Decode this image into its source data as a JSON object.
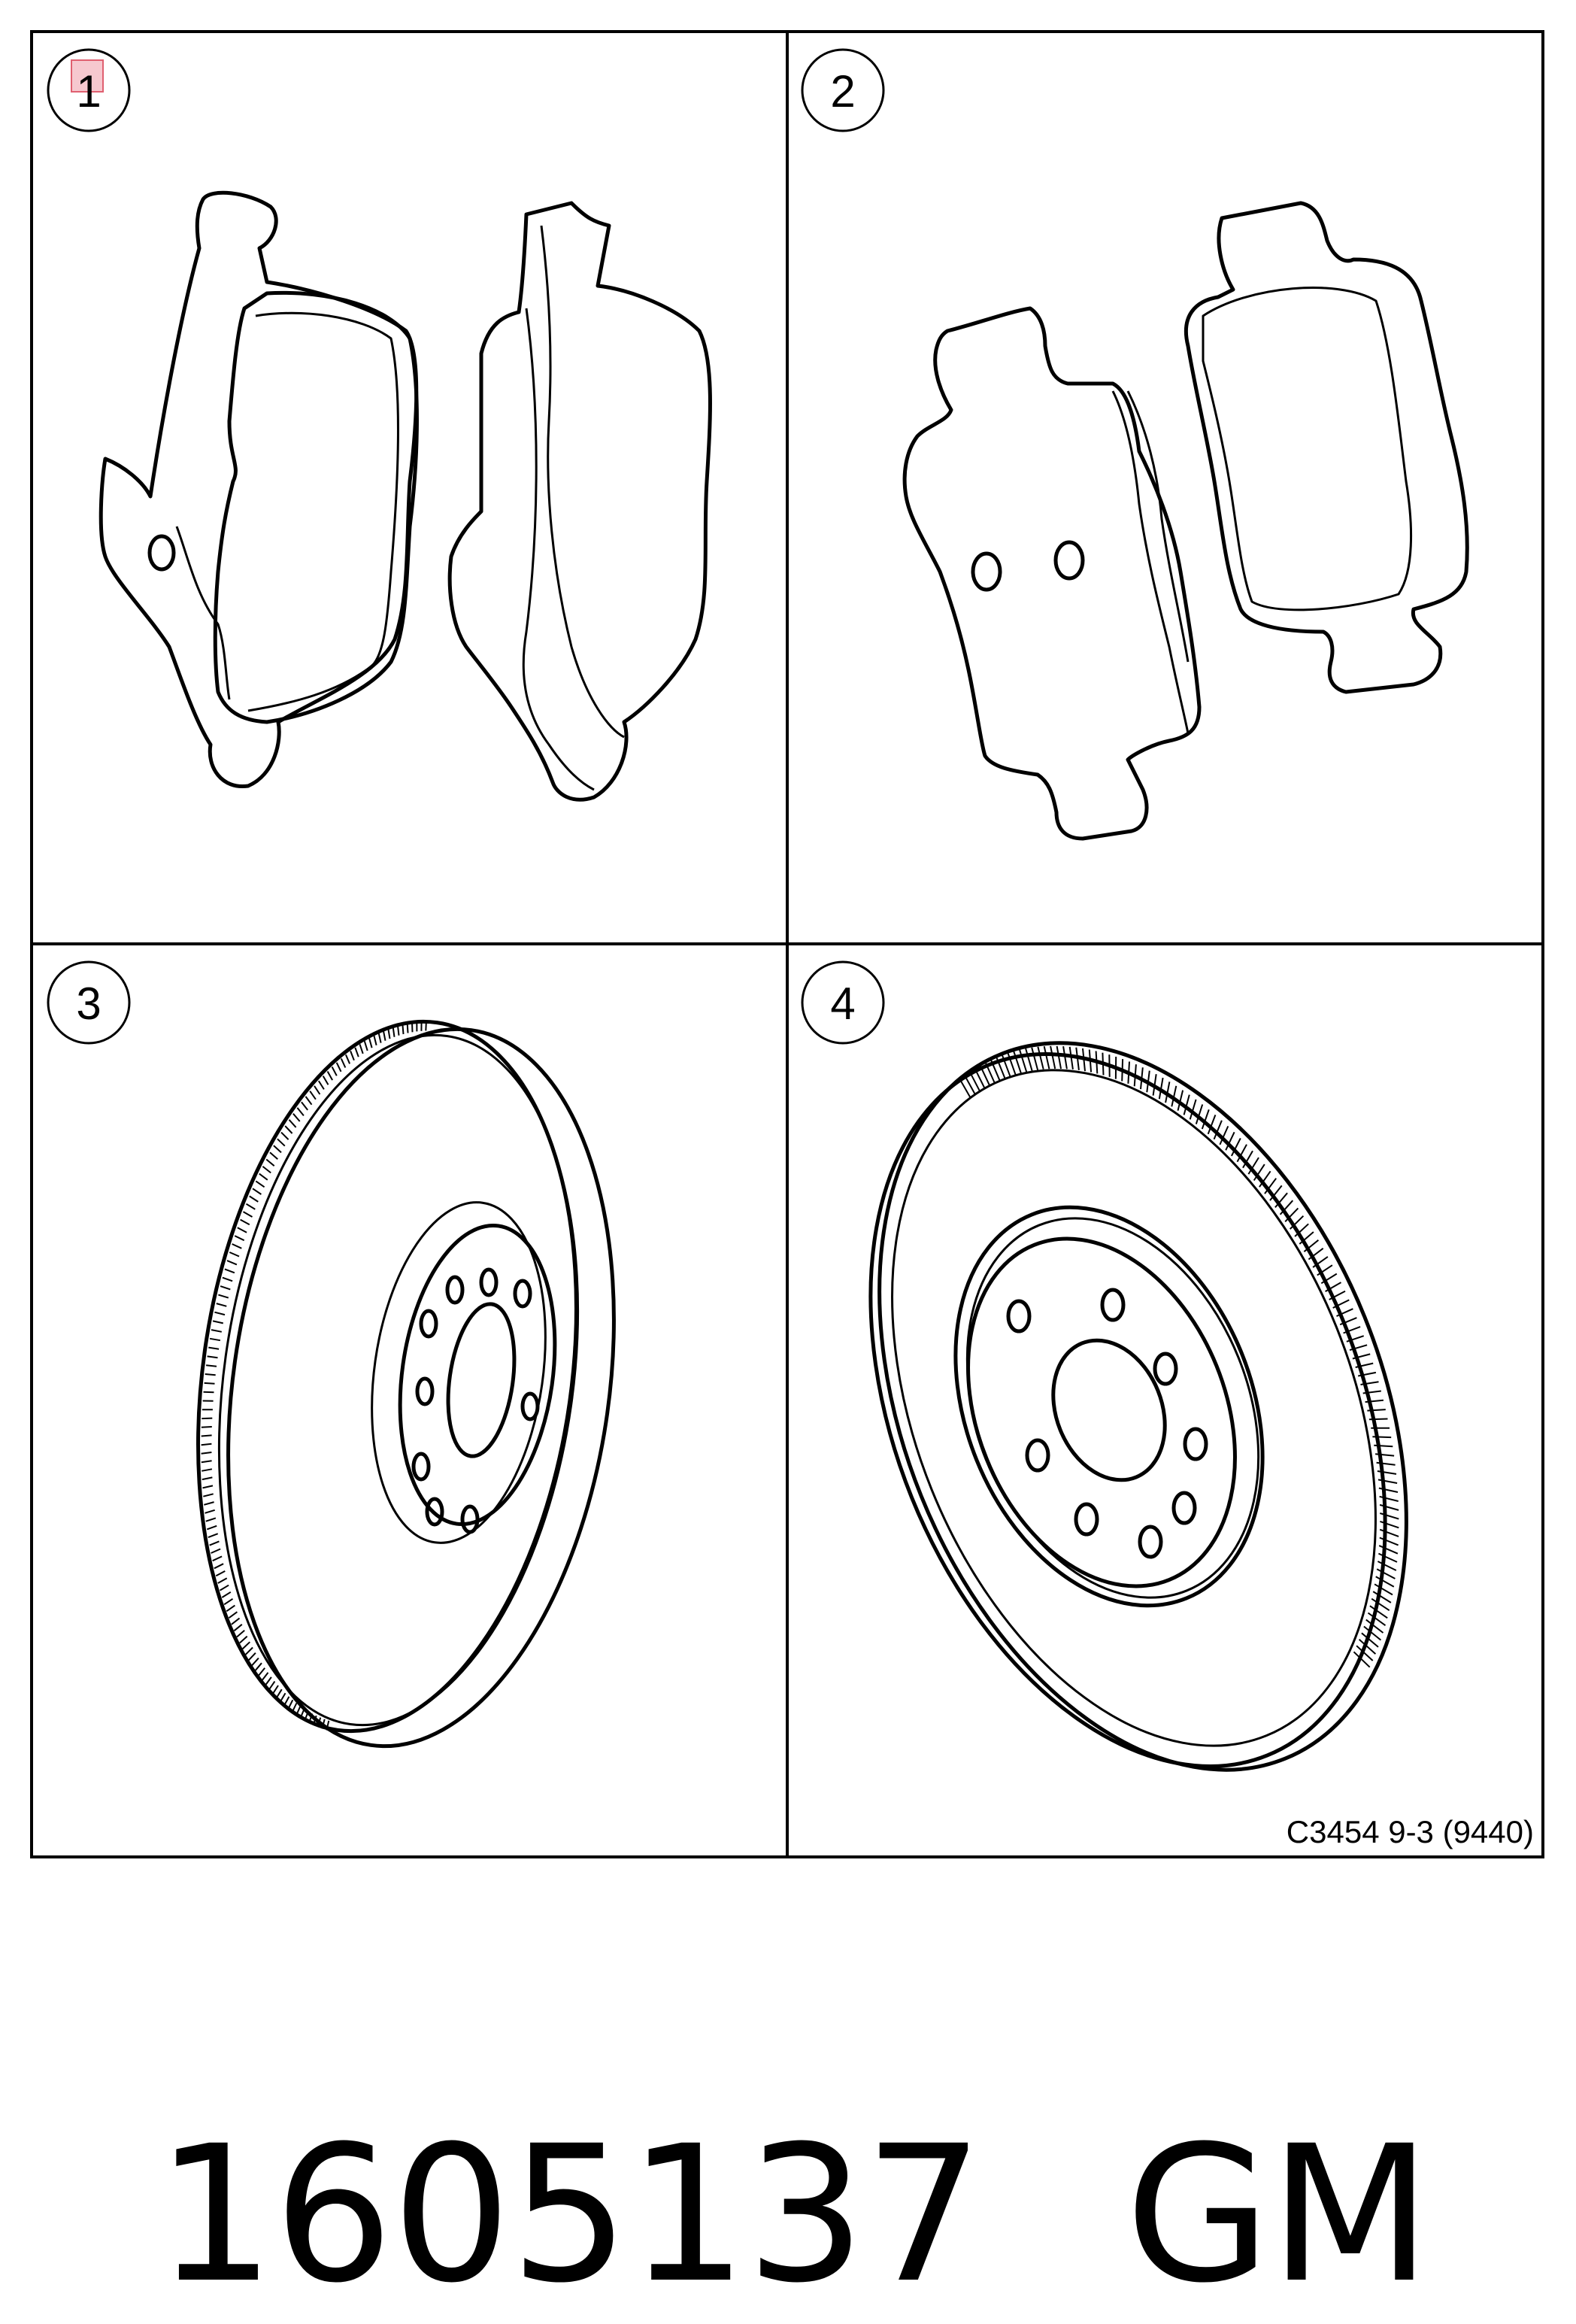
{
  "panels": [
    {
      "number": "1",
      "content": "front-brake-pads"
    },
    {
      "number": "2",
      "content": "rear-brake-pads"
    },
    {
      "number": "3",
      "content": "front-brake-disc"
    },
    {
      "number": "4",
      "content": "rear-brake-disc"
    }
  ],
  "drawing_code": "C3454 9-3 (9440)",
  "part_number": "1605137",
  "brand": "GM",
  "colors": {
    "line": "#000000",
    "background": "#ffffff",
    "marker": "#e06070"
  }
}
